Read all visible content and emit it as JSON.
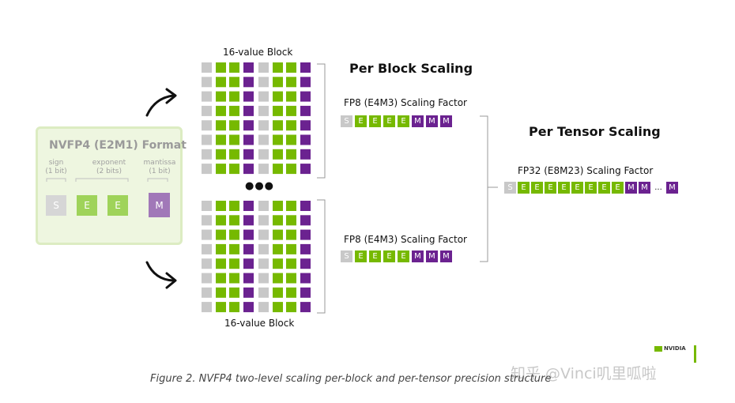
{
  "format_box": {
    "title": "NVFP4 (E2M1) Format",
    "fields": [
      {
        "label_line1": "sign",
        "label_line2": "(1 bit)",
        "cells": [
          "S"
        ]
      },
      {
        "label_line1": "exponent",
        "label_line2": "(2 bits)",
        "cells": [
          "E",
          "E"
        ]
      },
      {
        "label_line1": "mantissa",
        "label_line2": "(1 bit)",
        "cells": [
          "M"
        ]
      }
    ]
  },
  "blocks": {
    "top_label": "16-value Block",
    "bottom_label": "16-value Block",
    "ellipsis": "●●●"
  },
  "per_block": {
    "heading": "Per Block Scaling",
    "factor_label_top": "FP8 (E4M3) Scaling Factor",
    "factor_label_bottom": "FP8 (E4M3) Scaling Factor",
    "bits": [
      "S",
      "E",
      "E",
      "E",
      "E",
      "M",
      "M",
      "M"
    ]
  },
  "per_tensor": {
    "heading": "Per Tensor Scaling",
    "factor_label": "FP32 (E8M23) Scaling Factor",
    "bits": [
      "S",
      "E",
      "E",
      "E",
      "E",
      "E",
      "E",
      "E",
      "E",
      "M",
      "M",
      "...",
      "M"
    ]
  },
  "caption": "Figure 2. NVFP4 two-level scaling per-block and per-tensor precision structure",
  "watermark": "知乎 @Vinci叽里呱啦",
  "logo_text": "NVIDIA",
  "colors": {
    "sign": "#c8c8c8",
    "exponent": "#76b900",
    "mantissa": "#6b2290",
    "format_box_bg": "#eef6e0"
  }
}
